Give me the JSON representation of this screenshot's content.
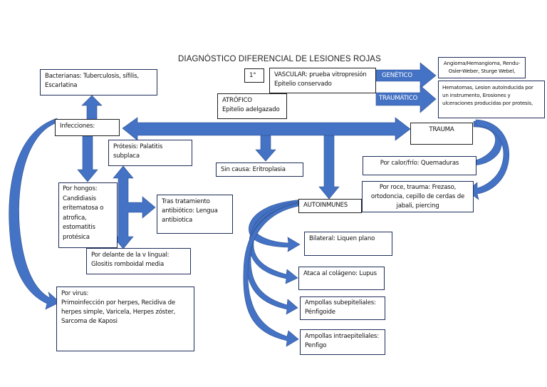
{
  "title": "DIAGNÓSTICO DIFERENCIAL DE LESIONES ROJAS",
  "colors": {
    "arrow": "#4472c4",
    "box_border": "#1f1f1f",
    "box_border_navy": "#1f2d5a"
  },
  "nodes": {
    "first": "1°",
    "vascular": "VASCULAR: prueba vitropresión\nEpitelio conservado",
    "atrofico": "ATRÓFICO\nEpitelio adelgazado",
    "genetico_label": "GENÉTICO",
    "traumatico_label": "TRAUMÁTICO",
    "genetico_detail": "Angioma/Hemangioma, Rendu-Osler-Weber, Sturge Webel,",
    "traumatico_detail": "Hematomas, Lesion autoinducida por un instrumento, Erosiones y ulceraciones producidas por protesis,",
    "bacterianas": "Bacterianas: Tuberculosis, sífilis,\nEscarlatina",
    "infecciones": "Infecciones:",
    "protesis": "Prótesis: Palatitis\nsubplaca",
    "sin_causa": "Sin causa: Eritroplasia",
    "trauma": "TRAUMA",
    "calor_frio": "Por calor/frío: Quemaduras",
    "roce_trauma": "Por roce, trauma: Frezaso,\nortodoncia, cepillo de cerdas de\njabali, piercing",
    "hongos": "Por hongos:\nCandidiasis\neritematosa o\natrofica,\nestomatitis\nprotésica",
    "tras_antibiotico": "Tras tratamiento\nantibiótico: Lengua\nantibiotica",
    "delante_v_lingual": "Por delante de la v lingual:\nGlositis romboidal media",
    "autoinmunes": "AUTOINMUNES",
    "bilateral": "Bilateral: Liquen plano",
    "colageno": "Ataca al colágeno: Lupus",
    "subepiteliales": "Ampollas subepiteliales:\nPénfigoide",
    "intraepiteliales": "Ampollas intraepiteliales:\nPenfigo",
    "virus": "Por virus:\nPrimoinfección por herpes, Recidiva de\nherpes simple, Varicela, Herpes zóster,\nSarcoma de Kaposi"
  }
}
